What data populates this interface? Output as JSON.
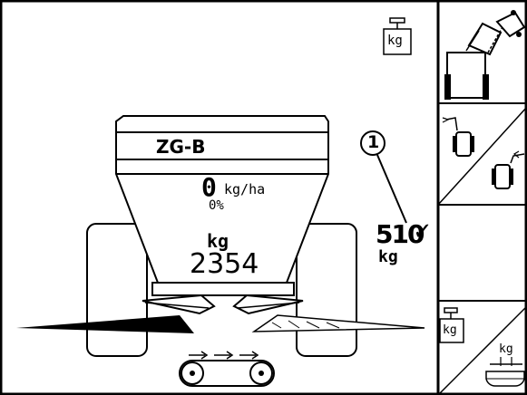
{
  "hopper": {
    "model": "ZG-B",
    "rate_value": "0",
    "rate_unit": "kg/ha",
    "rate_percent": "0%",
    "weight_unit": "kg",
    "weight_value": "2354"
  },
  "callout": {
    "number": "1",
    "value": "510",
    "check": "✓",
    "unit": "kg"
  },
  "scale_icon_label": "kg",
  "softkeys": [
    {
      "name": "tractor-tilt",
      "icon": "tractor-hopper-tilt-icon"
    },
    {
      "name": "hopper-left-right",
      "icon": "hopper-transfer-icon"
    },
    {
      "name": "empty",
      "icon": ""
    },
    {
      "name": "scale-calibrate",
      "icon": "scale-weigh-icon",
      "label_top": "kg",
      "label_bottom": "kg"
    }
  ],
  "colors": {
    "ink": "#000000",
    "background": "#ffffff"
  }
}
